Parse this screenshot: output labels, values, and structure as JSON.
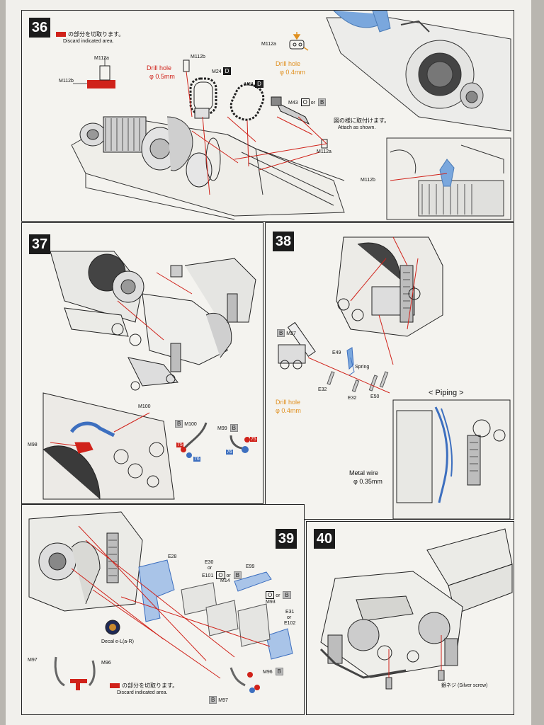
{
  "steps": [
    {
      "number": "36",
      "discard_note_jp": "の部分を切取ります。",
      "discard_note_en": "Discard indicated area.",
      "attach_note_jp": "図の様に取付けます。",
      "attach_note_en": "Attach as shown.",
      "labels": {
        "m112a_top": "M112a",
        "m112b_left": "M112b",
        "m112b_drill": "M112b",
        "m24": "M24",
        "m11": "M11",
        "m43": "M43",
        "or": "or",
        "m112a_bottom": "M112a",
        "m112a_right": "M112a",
        "m112b_right": "M112b",
        "drill_hole": "Drill hole",
        "phi_05": "φ 0.5mm",
        "drill_hole_2": "Drill hole",
        "phi_04": "φ 0.4mm"
      }
    },
    {
      "number": "37",
      "labels": {
        "m100": "M100",
        "m100_detail": "M100",
        "m99": "M99",
        "m98": "M98",
        "n75a": "75",
        "n76a": "76",
        "n76b": "76",
        "n75b": "75"
      }
    },
    {
      "number": "38",
      "labels": {
        "m27": "M27",
        "e49": "E49",
        "spring": "Spring",
        "e32a": "E32",
        "e32b": "E32",
        "e50": "E50",
        "drill_hole": "Drill hole",
        "phi_04": "φ 0.4mm",
        "piping": "< Piping >",
        "metal_wire": "Metal wire",
        "phi_035": "φ 0.35mm"
      }
    },
    {
      "number": "39",
      "discard_note_jp": "の部分を切取ります。",
      "discard_note_en": "Discard indicated area.",
      "labels": {
        "e28": "E28",
        "e30": "E30",
        "or1": "or",
        "e101": "E101",
        "or2": "or",
        "m14": "M14",
        "e99": "E99",
        "or3": "or",
        "m93": "M93",
        "e31": "E31",
        "or4": "or",
        "e102": "E102",
        "decal": "Decal e-L(a-R)",
        "m97a": "M97",
        "m96a": "M96",
        "m96b": "M96",
        "m97b": "M97"
      }
    },
    {
      "number": "40",
      "labels": {
        "screw_jp": "銀ネジ",
        "screw_en": "(Silver screw)"
      }
    }
  ],
  "colors": {
    "paper": "#f4f3ef",
    "line_red": "#d0221a",
    "part_blue": "#6f9fd8",
    "ink": "#1b1b1b"
  }
}
